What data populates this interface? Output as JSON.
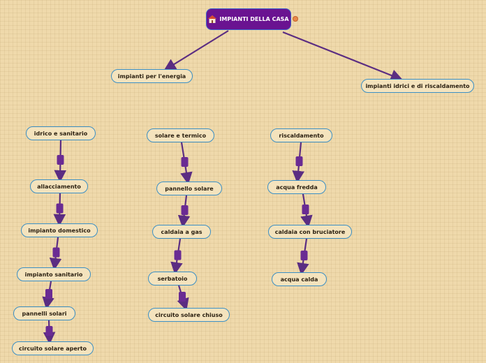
{
  "root": {
    "label": "IMPIANTI DELLA CASA",
    "icon": "house-icon"
  },
  "colors": {
    "root_fill": "#6a1391",
    "node_border": "#3b8fc4",
    "node_fill": "#f4e3bd",
    "connector": "#5b2d82",
    "connector_marker": "#6a2b93"
  },
  "branches": [
    {
      "label": "impianti per l'energia"
    },
    {
      "label": "impianti idrici e di riscaldamento"
    }
  ],
  "columns": [
    {
      "items": [
        "idrico e sanitario",
        "allacciamento",
        "impianto domestico",
        "impianto sanitario",
        "pannelli solari",
        "circuito solare aperto"
      ]
    },
    {
      "items": [
        "solare e termico",
        "pannello solare",
        "caldaia a gas",
        "serbatoio",
        "circuito solare chiuso"
      ]
    },
    {
      "items": [
        "riscaldamento",
        "acqua fredda",
        "caldaia con bruciatore",
        "acqua calda"
      ]
    }
  ]
}
